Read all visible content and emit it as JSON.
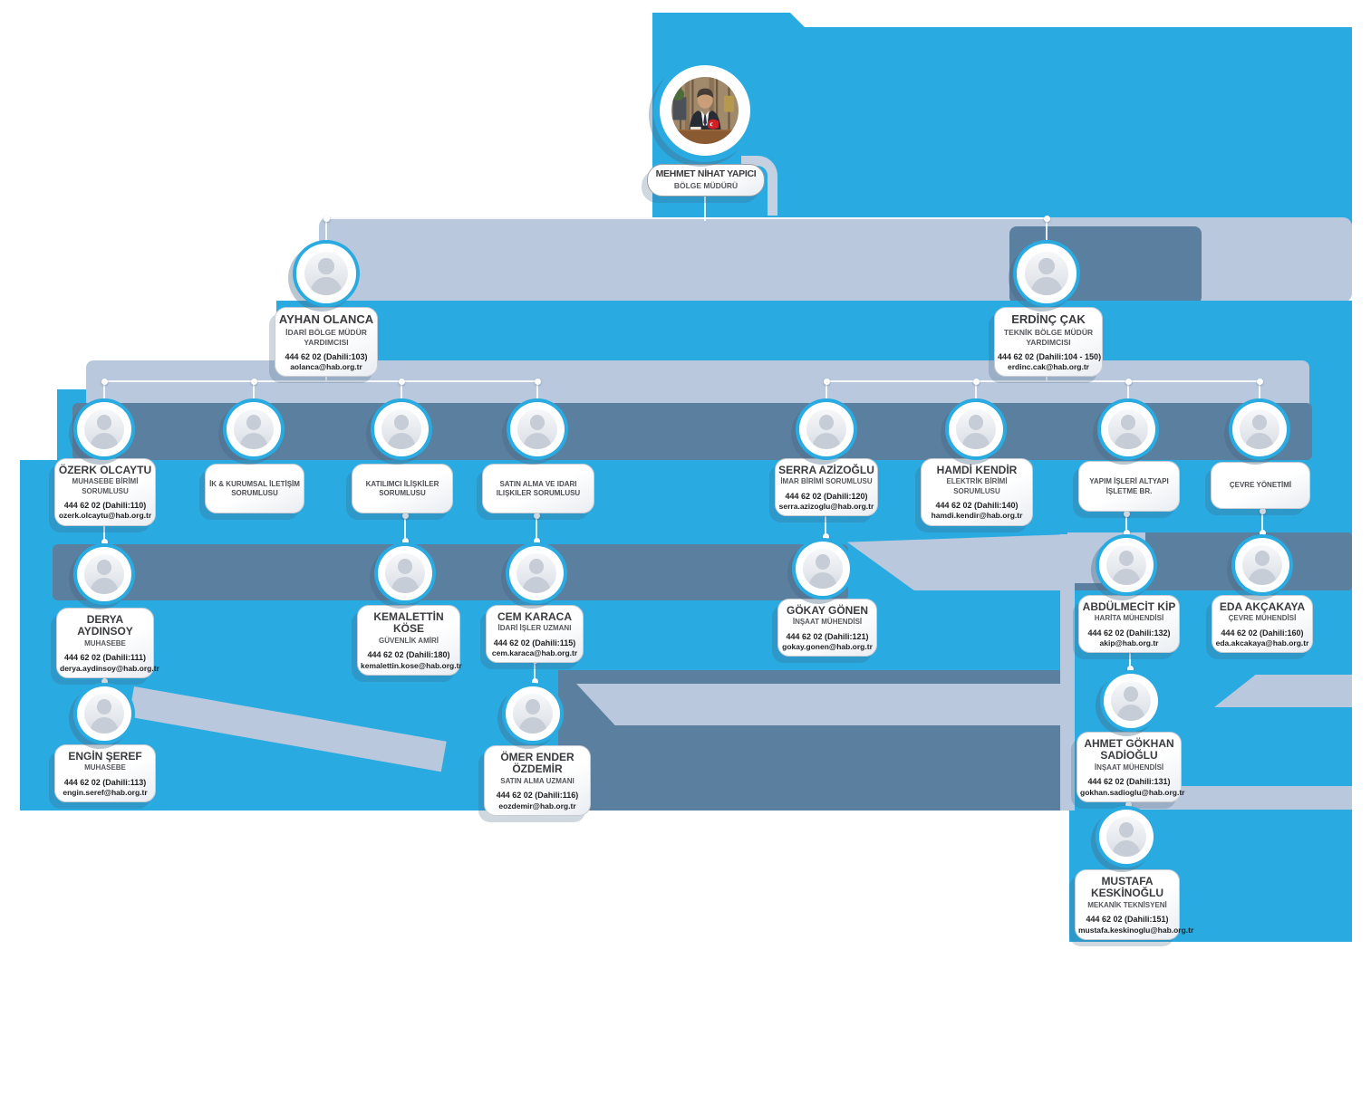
{
  "org": {
    "company_domain": "hab.org.tr",
    "main_phone": "444 62 02"
  },
  "colors": {
    "accent_cyan": "#29abe2",
    "band_light": "#b9c8dc",
    "band_slate": "#5b7f9e",
    "card_bg": "#ffffff",
    "text_dark": "#3a3b3e"
  },
  "nodes": [
    {
      "id": "mehmet",
      "name": "MEHMET NİHAT YAPICI",
      "title": "BÖLGE MÜDÜRÜ",
      "manager": null
    },
    {
      "id": "ayhan",
      "name": "AYHAN OLANCA",
      "title": "İDARİ BÖLGE MÜDÜR YARDIMCISI",
      "phone": "444 62 02 (Dahili:103)",
      "email": "aolanca@hab.org.tr",
      "manager": "mehmet"
    },
    {
      "id": "erdinc",
      "name": "ERDİNÇ ÇAK",
      "title": "TEKNİK BÖLGE MÜDÜR YARDIMCISI",
      "phone": "444 62 02 (Dahili:104 - 150)",
      "email": "erdinc.cak@hab.org.tr",
      "manager": "mehmet"
    },
    {
      "id": "ozerk",
      "name": "ÖZERK OLCAYTU",
      "title": "MUHASEBE BİRİMİ SORUMLUSU",
      "phone": "444 62 02 (Dahili:110)",
      "email": "ozerk.olcaytu@hab.org.tr",
      "manager": "ayhan"
    },
    {
      "id": "ik",
      "name": "",
      "title": "İK & KURUMSAL İLETİŞİM SORUMLUSU",
      "vacant": true,
      "manager": "ayhan"
    },
    {
      "id": "katilimci",
      "name": "",
      "title": "KATILIMCI İLİŞKİLER SORUMLUSU",
      "vacant": true,
      "manager": "ayhan"
    },
    {
      "id": "satinalma",
      "name": "",
      "title": "SATIN ALMA VE IDARI ILIŞKILER SORUMLUSU",
      "vacant": true,
      "manager": "ayhan"
    },
    {
      "id": "serra",
      "name": "SERRA AZİZOĞLU",
      "title": "İMAR BİRİMİ SORUMLUSU",
      "phone": "444 62 02 (Dahili:120)",
      "email": "serra.azizoglu@hab.org.tr",
      "manager": "erdinc"
    },
    {
      "id": "hamdi",
      "name": "HAMDİ KENDİR",
      "title": "ELEKTRİK BİRİMİ SORUMLUSU",
      "phone": "444 62 02 (Dahili:140)",
      "email": "hamdi.kendir@hab.org.tr",
      "manager": "erdinc"
    },
    {
      "id": "yapim",
      "name": "",
      "title": "YAPIM İŞLERİ ALTYAPI İŞLETME BR.",
      "vacant": true,
      "manager": "erdinc"
    },
    {
      "id": "cevre",
      "name": "",
      "title": "ÇEVRE YÖNETİMİ",
      "vacant": true,
      "manager": "erdinc"
    },
    {
      "id": "derya",
      "name": "DERYA AYDINSOY",
      "title": "MUHASEBE",
      "phone": "444 62 02 (Dahili:111)",
      "email": "derya.aydinsoy@hab.org.tr",
      "manager": "ozerk"
    },
    {
      "id": "kemalettin",
      "name": "KEMALETTİN KÖSE",
      "title": "GÜVENLİK AMİRİ",
      "phone": "444 62 02 (Dahili:180)",
      "email": "kemalettin.kose@hab.org.tr",
      "manager": "katilimci"
    },
    {
      "id": "cem",
      "name": "CEM KARACA",
      "title": "İDARİ İŞLER UZMANI",
      "phone": "444 62 02 (Dahili:115)",
      "email": "cem.karaca@hab.org.tr",
      "manager": "satinalma"
    },
    {
      "id": "gokay",
      "name": "GÖKAY GÖNEN",
      "title": "İNŞAAT MÜHENDİSİ",
      "phone": "444 62 02 (Dahili:121)",
      "email": "gokay.gonen@hab.org.tr",
      "manager": "serra"
    },
    {
      "id": "abdulmecit",
      "name": "ABDÜLMECİT KİP",
      "title": "HARİTA MÜHENDİSİ",
      "phone": "444 62 02 (Dahili:132)",
      "email": "akip@hab.org.tr",
      "manager": "yapim"
    },
    {
      "id": "eda",
      "name": "EDA AKÇAKAYA",
      "title": "ÇEVRE MÜHENDİSİ",
      "phone": "444 62 02 (Dahili:160)",
      "email": "eda.akcakaya@hab.org.tr",
      "manager": "cevre"
    },
    {
      "id": "engin",
      "name": "ENGİN ŞEREF",
      "title": "MUHASEBE",
      "phone": "444 62 02 (Dahili:113)",
      "email": "engin.seref@hab.org.tr",
      "manager": "derya"
    },
    {
      "id": "omer",
      "name": "ÖMER ENDER ÖZDEMİR",
      "title": "SATIN ALMA UZMANI",
      "phone": "444 62 02 (Dahili:116)",
      "email": "eozdemir@hab.org.tr",
      "manager": "cem"
    },
    {
      "id": "ahmet",
      "name": "AHMET GÖKHAN SADİOĞLU",
      "title": "İNŞAAT MÜHENDİSİ",
      "phone": "444 62 02 (Dahili:131)",
      "email": "gokhan.sadioglu@hab.org.tr",
      "manager": "abdulmecit"
    },
    {
      "id": "mustafa",
      "name": "MUSTAFA KESKİNOĞLU",
      "title": "MEKANİK TEKNİSYENİ",
      "phone": "444 62 02 (Dahili:151)",
      "email": "mustafa.keskinoglu@hab.org.tr",
      "manager": "ahmet"
    }
  ]
}
